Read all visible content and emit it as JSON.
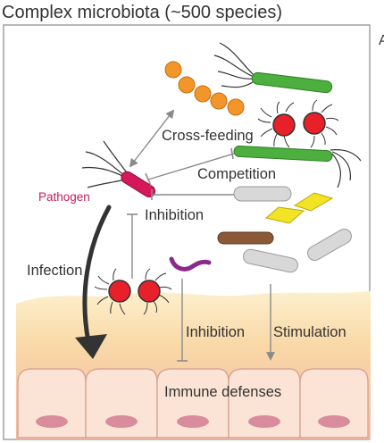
{
  "figure": {
    "title": "Complex microbiota (~500 species)",
    "corner_label": "A",
    "labels": {
      "cross_feeding": "Cross-feeding",
      "competition": "Competition",
      "pathogen": "Pathogen",
      "inhibition_top": "Inhibition",
      "infection": "Infection",
      "inhibition_bottom": "Inhibition",
      "stimulation": "Stimulation",
      "immune_defenses": "Immune defenses"
    },
    "colors": {
      "pathogen": "#d6185a",
      "orange_cocci": "#f2962a",
      "green_rod": "#4caf3e",
      "red_cocci": "#e8202a",
      "gray_rod": "#d8d8d8",
      "yellow_rod": "#f2e424",
      "brown_rod": "#8a5a36",
      "purple_spiral": "#8a2a8a",
      "mucus": "#f8cf9a",
      "epithelium": "#f6cbb6",
      "nucleus": "#d98c9c",
      "arrow": "#333333",
      "interaction_line": "#8a8a8a"
    }
  }
}
